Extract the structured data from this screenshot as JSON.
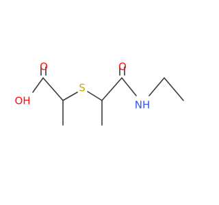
{
  "diagram": {
    "atoms": [
      {
        "id": "O_carbonyl_left",
        "label": "O",
        "color": "#ff0d0d"
      },
      {
        "id": "O_hydroxyl",
        "label": "OH",
        "color": "#ff0d0d"
      },
      {
        "id": "S",
        "label": "S",
        "color": "#c9a600"
      },
      {
        "id": "O_carbonyl_right",
        "label": "O",
        "color": "#ff0d0d"
      },
      {
        "id": "N_amide",
        "label": "NH",
        "color": "#3050f8"
      }
    ]
  }
}
